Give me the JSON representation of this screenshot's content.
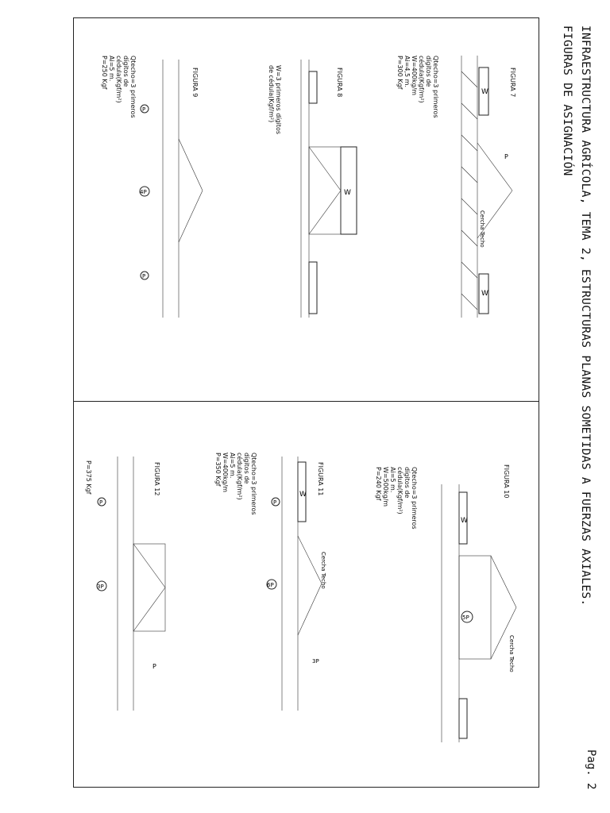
{
  "header": {
    "line1": "INFRAESTRUCTURA AGRÍCOLA, TEMA 2, ESTRUCTURAS PLANAS SOMETIDAS A FUERZAS AXIALES.",
    "line2": "FIGURAS DE ASIGNACIÓN",
    "page": "Pag. 2"
  },
  "figures": [
    {
      "id": "fig7",
      "label": "FIGURA 7",
      "params": [
        "Qtecho=3 primeros",
        "dígitos de",
        "cédula(Kgf/m²)",
        "W=400kg/m",
        "Ai=4,5 m.",
        "P=300 Kgf"
      ],
      "annotations": {
        "w": "W",
        "p": "P",
        "roof": "Cercha Techo"
      }
    },
    {
      "id": "fig8",
      "label": "FIGURA 8",
      "params": [
        "W=3 primeros dígitos",
        "de cédula(Kgf/m²)"
      ],
      "annotations": {
        "w": "W"
      }
    },
    {
      "id": "fig9",
      "label": "FIGURA 9",
      "params": [
        "Qtecho=3 primeros",
        "dígitos de",
        "cédula(Kgf/m²)",
        "Ai=5 m.",
        "P=250 Kgf"
      ],
      "annotations": {
        "p": "P",
        "p4": "4P"
      }
    },
    {
      "id": "fig10",
      "label": "FIGURA 10",
      "params": [
        "Qtecho=3 primeros",
        "dígitos de",
        "cédula(Kgf/m²)",
        "Ai=5 m.",
        "W=500kg/m",
        "P=240 Kgf"
      ],
      "annotations": {
        "w": "W",
        "p5": "5P",
        "roof": "Cercha Techo"
      }
    },
    {
      "id": "fig11",
      "label": "FIGURA 11",
      "params": [
        "Qtecho=3 primeros",
        "dígitos de",
        "cédula(Kgf/m²)",
        "Ai=5 m.",
        "W=400kg/m",
        "P=350 Kgf"
      ],
      "annotations": {
        "w": "W",
        "p": "P",
        "p3": "3P",
        "p6": "6P",
        "roof": "Cercha Techo"
      }
    },
    {
      "id": "fig12",
      "label": "FIGURA 12",
      "params": [
        "P=375 Kgf"
      ],
      "annotations": {
        "p": "P",
        "p3": "3P"
      }
    }
  ]
}
